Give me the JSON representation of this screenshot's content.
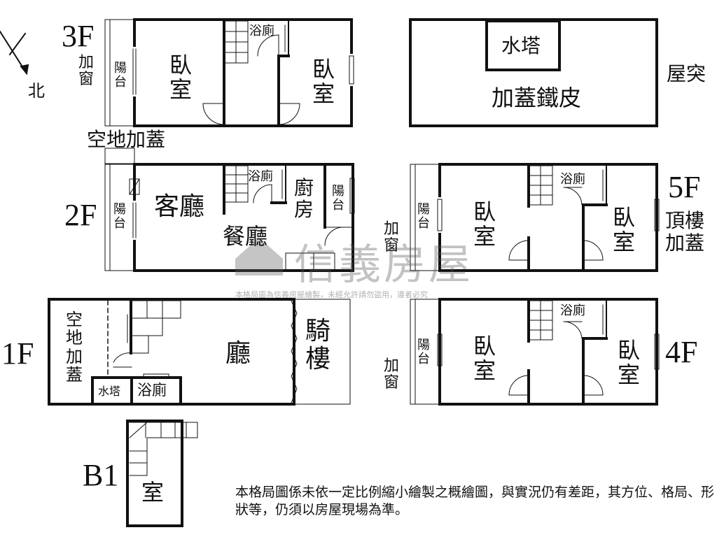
{
  "compass": {
    "north_label": "北"
  },
  "floors": {
    "f3": "3F",
    "f2": "2F",
    "f1": "1F",
    "b1": "B1",
    "f5": "5F",
    "f4": "4F"
  },
  "labels": {
    "f3_jiachuang": "加窗",
    "f3_balcony": "陽台",
    "f3_bedroom_left": "臥室",
    "f3_bath": "浴廁",
    "f3_bedroom_right": "臥室",
    "open_space_addition": "空地加蓋",
    "roof_watertank": "水塔",
    "roof_iron": "加蓋鐵皮",
    "roof_label": "屋突",
    "f2_balcony_left": "陽台",
    "f2_living": "客廳",
    "f2_bath": "浴廁",
    "f2_kitchen": "廚房",
    "f2_balcony_right": "陽台",
    "f2_dining": "餐廳",
    "f5_balcony": "陽台",
    "f5_jiachuang": "加窗",
    "f5_bedroom_left": "臥室",
    "f5_bath": "浴廁",
    "f5_bedroom_right": "臥室",
    "f5_top_addition": "頂樓加蓋",
    "f1_open_addition": "空地加蓋",
    "f1_watertank": "水塔",
    "f1_bath": "浴廁",
    "f1_hall": "廳",
    "f1_arcade": "騎樓",
    "f4_balcony": "陽台",
    "f4_jiachuang": "加窗",
    "f4_bedroom_left": "臥室",
    "f4_bath": "浴廁",
    "f4_bedroom_right": "臥室",
    "b1_room": "室"
  },
  "watermark": {
    "brand": "信義房屋",
    "notice": "本格局圖為信義房屋繪製，未經允許請勿盜用，違者必究"
  },
  "disclaimer": "本格局圖係未依一定比例縮小繪製之概繪圖，與實況仍有差距，其方位、格局、形狀等，仍須以房屋現場為準。"
}
